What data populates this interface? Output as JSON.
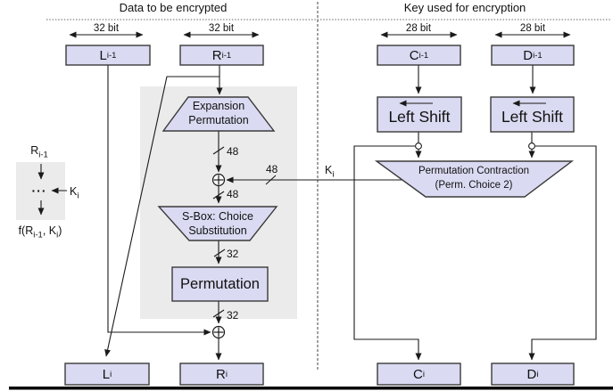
{
  "titles": {
    "left": "Data to be encrypted",
    "right": "Key used for encryption"
  },
  "measures": {
    "left1": "32 bit",
    "left2": "32 bit",
    "right1": "28 bit",
    "right2": "28 bit"
  },
  "registers": {
    "l_prev": {
      "base": "L",
      "sub": "i-1"
    },
    "r_prev": {
      "base": "R",
      "sub": "i-1"
    },
    "c_prev": {
      "base": "C",
      "sub": "i-1"
    },
    "d_prev": {
      "base": "D",
      "sub": "i-1"
    },
    "l_next": {
      "base": "L",
      "sub": "i"
    },
    "r_next": {
      "base": "R",
      "sub": "i"
    },
    "c_next": {
      "base": "C",
      "sub": "i"
    },
    "d_next": {
      "base": "D",
      "sub": "i"
    }
  },
  "blocks": {
    "expansion": {
      "line1": "Expansion",
      "line2": "Permutation"
    },
    "sbox": {
      "line1": "S-Box: Choice",
      "line2": "Substitution"
    },
    "permutation": {
      "label": "Permutation"
    },
    "left_shift_c": {
      "label": "Left Shift"
    },
    "left_shift_d": {
      "label": "Left Shift"
    },
    "perm_contraction": {
      "line1": "Permutation Contraction",
      "line2": "(Perm. Choice 2)"
    }
  },
  "bit_widths": {
    "out_expansion": "48",
    "subkey": "48",
    "into_sbox": "48",
    "out_sbox": "32",
    "out_permutation": "32"
  },
  "key_label": {
    "base": "K",
    "sub": "i"
  },
  "legend": {
    "input": {
      "base": "R",
      "sub": "i-1"
    },
    "dots": "···",
    "key": {
      "base": "K",
      "sub": "i"
    },
    "output": {
      "p1": "f(R",
      "s1": "i-1",
      "p2": ", K",
      "s2": "i",
      "p3": ")"
    }
  },
  "colors": {
    "box_fill": "#dadaf2",
    "panel_gray": "#ebebeb",
    "line": "#1a1a1a"
  }
}
